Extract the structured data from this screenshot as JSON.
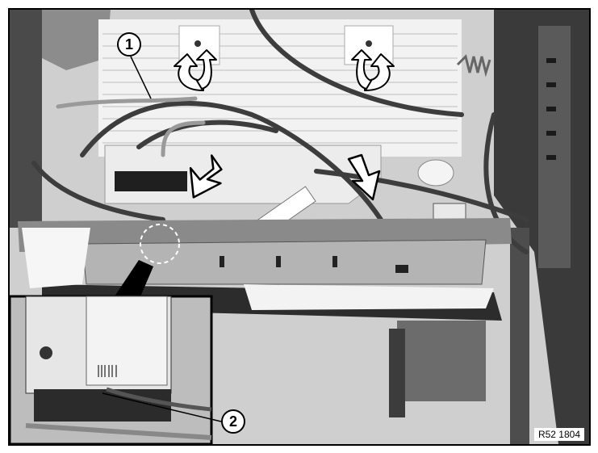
{
  "figure": {
    "callouts": [
      {
        "id": "1",
        "label": "1"
      },
      {
        "id": "2",
        "label": "2"
      }
    ],
    "reference_code": "R52 1804",
    "colors": {
      "frame": "#000000",
      "background": "#cfcfcf",
      "arrow_fill": "#ffffff"
    },
    "arrows": {
      "rotate_left": "curved-rotate-arrow",
      "rotate_right": "curved-rotate-arrow",
      "push_down_left": "down-arrow",
      "push_down_right": "down-arrow"
    }
  }
}
